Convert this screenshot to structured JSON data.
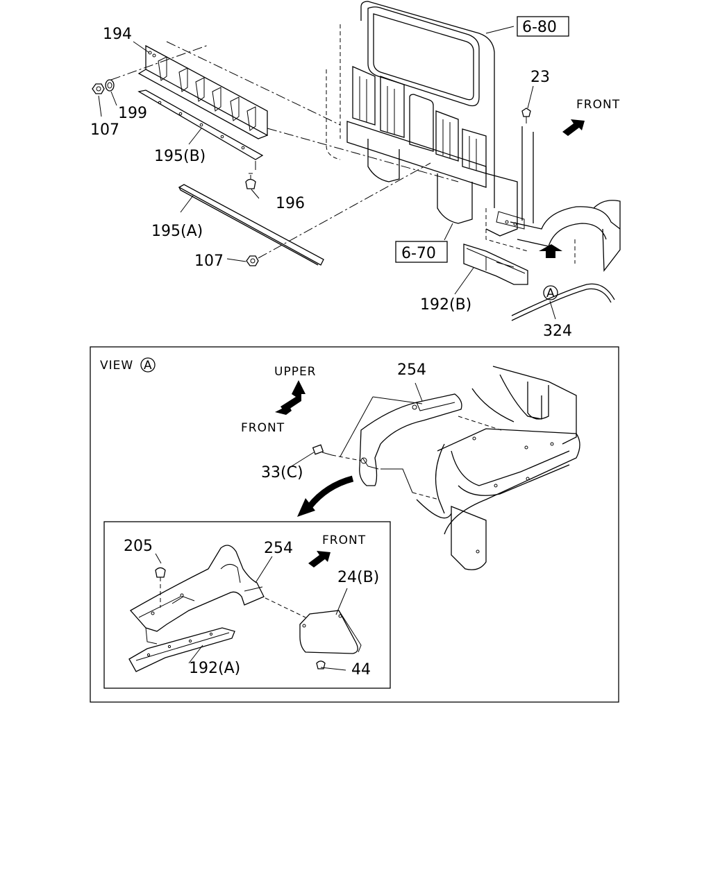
{
  "diagram": {
    "callouts": {
      "p194": "194",
      "p199": "199",
      "p107_top": "107",
      "p195b": "195(B)",
      "p196": "196",
      "p195a": "195(A)",
      "p107_mid": "107",
      "ref_680": "6-80",
      "p23": "23",
      "ref_670": "6-70",
      "p192b": "192(B)",
      "p324": "324",
      "circle_a": "A",
      "p254_view": "254",
      "p33c": "33(C)",
      "p205": "205",
      "p254_inset": "254",
      "p24b": "24(B)",
      "p192a": "192(A)",
      "p44": "44"
    },
    "directions": {
      "front_top": "FRONT",
      "upper": "UPPER",
      "front_view": "FRONT",
      "front_inset": "FRONT"
    },
    "view": {
      "label": "VIEW",
      "marker": "A"
    }
  }
}
